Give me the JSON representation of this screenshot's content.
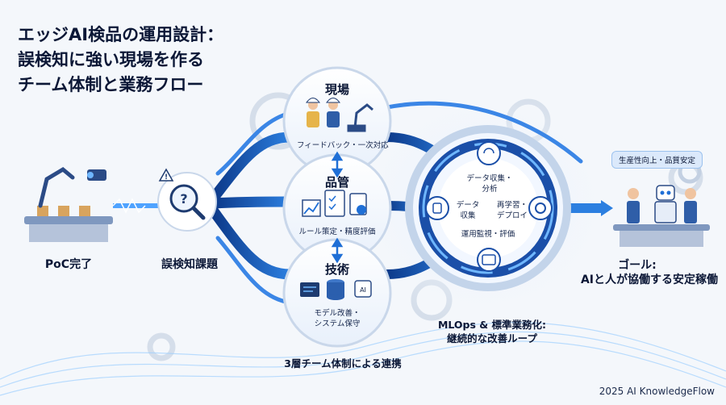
{
  "title": {
    "line1": "エッジAI検品の運用設計：",
    "line2": "誤検知に強い現場を作る",
    "line3": "チーム体制と業務フロー"
  },
  "stages": {
    "poc": "PoC完了",
    "issue": "誤検知課題",
    "teams_caption": "3層チーム体制による連携",
    "mlops_caption_line1": "MLOps & 標準業務化:",
    "mlops_caption_line2": "継続的な改善ループ",
    "goal_line1": "ゴール:",
    "goal_line2": "AIと人が協働する安定稼働",
    "goal_badge": "生産性向上・品質安定"
  },
  "teams": {
    "site": {
      "name": "現場",
      "desc": "フィードバック・一次対応"
    },
    "qa": {
      "name": "品管",
      "desc": "ルール策定・精度評価"
    },
    "tech": {
      "name": "技術",
      "desc_line1": "モデル改善・",
      "desc_line2": "システム保守"
    }
  },
  "loop": {
    "collect_line1": "データ収集・",
    "collect_line2": "分析",
    "data_line1": "データ",
    "data_line2": "収集",
    "retrain_line1": "再学習・",
    "retrain_line2": "デプロイ",
    "monitor": "運用監視・評価",
    "ai_chip": "AI"
  },
  "footer": "2025 AI KnowledgeFlow",
  "colors": {
    "accent": "#1f6fd6",
    "glow": "#6fb7ff",
    "navy": "#0b1736"
  }
}
